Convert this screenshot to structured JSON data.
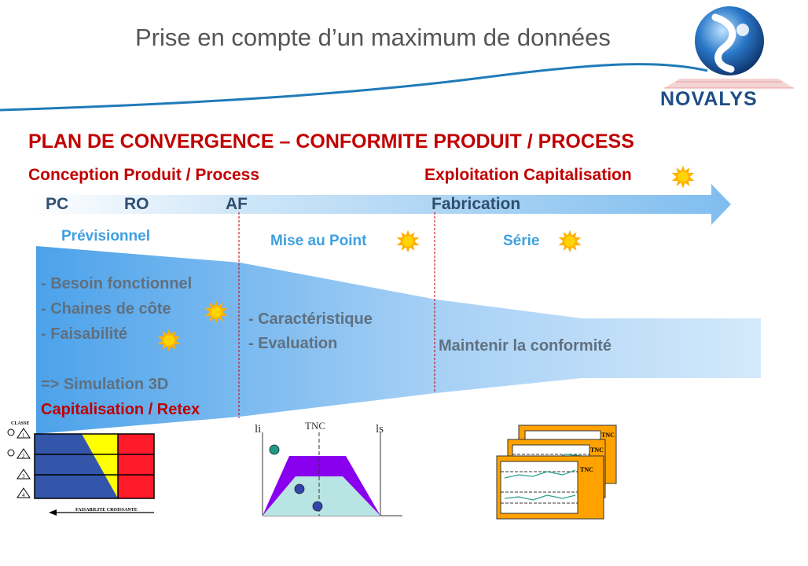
{
  "slide": {
    "title": "Prise en compte d’un maximum de données",
    "heading": "PLAN DE CONVERGENCE – CONFORMITE PRODUIT / PROCESS"
  },
  "logo": {
    "brand": "NOVALYS"
  },
  "phases": {
    "conception": "Conception Produit / Process",
    "exploitation": "Exploitation Capitalisation"
  },
  "arrow": {
    "pc": "PC",
    "ro": "RO",
    "af": "AF",
    "fabrication": "Fabrication"
  },
  "stages": {
    "previsionnel": "Prévisionnel",
    "mise_au_point": "Mise au Point",
    "serie": "Série"
  },
  "previsionnel_items": [
    "- Besoin fonctionnel",
    "- Chaines de côte",
    "- Faisabilité"
  ],
  "simulation": "=> Simulation 3D",
  "capitalisation": "Capitalisation / Retex",
  "mise_au_point_items": [
    "- Caractéristique",
    "- Evaluation"
  ],
  "serie_text": "Maintenir la conformité",
  "chart_classe": {
    "label": "CLASSE",
    "rows": [
      "1",
      "2",
      "3",
      "4"
    ],
    "axis": "FAISABILITE CROISSANTE"
  },
  "chart_tnc": {
    "tnc": "TNC",
    "li": "li",
    "ls": "ls"
  },
  "chart_cards": {
    "label": "TNC"
  },
  "colors": {
    "red": "#c00000",
    "arrow_blue": "#8ec6f0",
    "funnel_blue": "#4ca2ea",
    "yellow": "#ffff00",
    "purple": "#8800ee",
    "teal": "#b8e4e4",
    "orange": "#ffa200"
  }
}
